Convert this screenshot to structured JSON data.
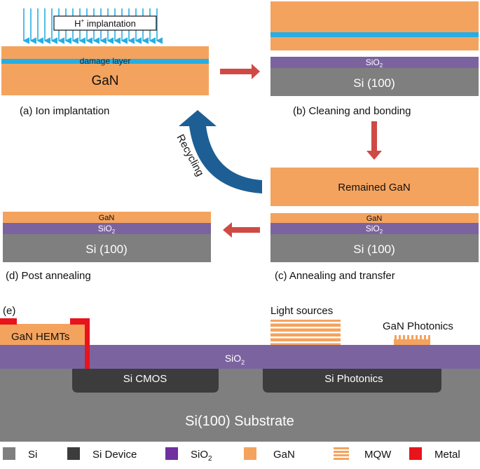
{
  "colors": {
    "si": "#7f7f7f",
    "si_device": "#3c3c3c",
    "sio2": "#7b63a0",
    "gan": "#f4a35e",
    "damage": "#27aee3",
    "metal": "#e8141c",
    "arrow": "#cf4a45",
    "recycle": "#1d5f94",
    "legend_sio2": "#7030a0"
  },
  "panel_a": {
    "implant_label_main": "H",
    "implant_label_sup": "+",
    "implant_label_rest": " implantation",
    "damage_label": "damage layer",
    "gan_label": "GaN",
    "caption": "(a) Ion implantation"
  },
  "panel_b": {
    "sio2_label_main": "SiO",
    "sio2_label_sub": "2",
    "si_label": "Si (100)",
    "caption": "(b) Cleaning and bonding"
  },
  "recycle_label": "Recycling",
  "panel_c": {
    "remained_label": "Remained GaN",
    "gan_label": "GaN",
    "sio2_label_main": "SiO",
    "sio2_label_sub": "2",
    "si_label": "Si (100)",
    "caption": "(c) Annealing and transfer"
  },
  "panel_d": {
    "gan_label": "GaN",
    "sio2_label_main": "SiO",
    "sio2_label_sub": "2",
    "si_label": "Si (100)",
    "caption": "(d) Post annealing"
  },
  "panel_e": {
    "tag": "(e)",
    "hemt_label": "GaN HEMTs",
    "light_label": "Light sources",
    "photonics_label": "GaN Photonics",
    "sio2_label_main": "SiO",
    "sio2_label_sub": "2",
    "cmos_label": "Si CMOS",
    "si_photonics_label": "Si Photonics",
    "substrate_label": "Si(100) Substrate"
  },
  "legend": {
    "si": "Si",
    "si_device": "Si Device",
    "sio2_main": "SiO",
    "sio2_sub": "2",
    "gan": "GaN",
    "mqw": "MQW",
    "metal": "Metal"
  }
}
